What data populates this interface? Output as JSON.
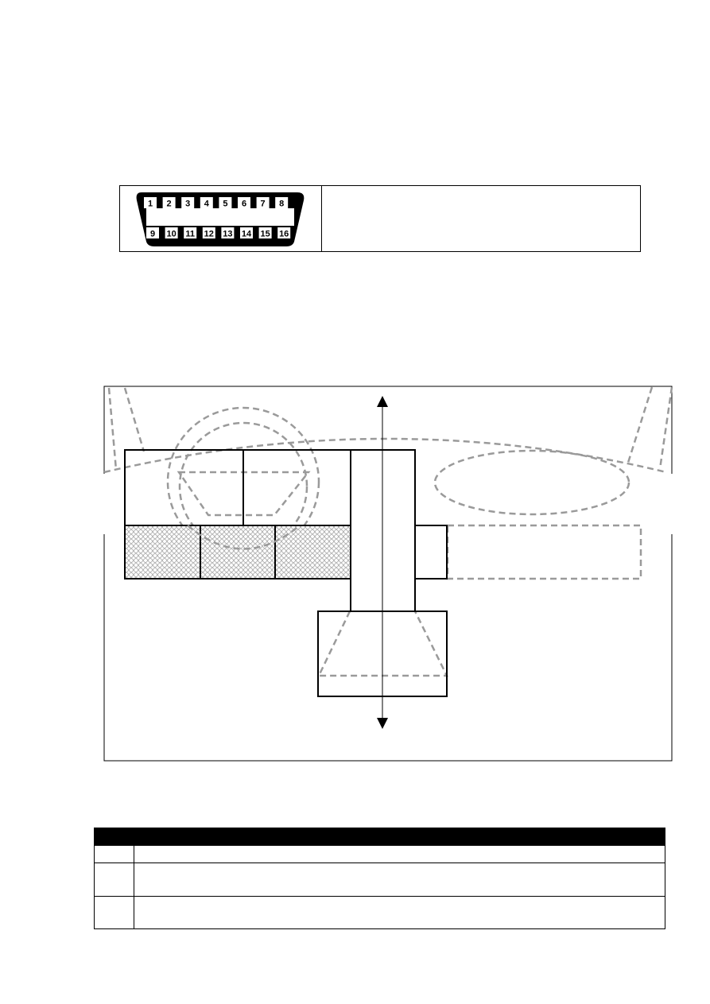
{
  "connector": {
    "top_pins": [
      "1",
      "2",
      "3",
      "4",
      "5",
      "6",
      "7",
      "8"
    ],
    "bottom_pins": [
      "9",
      "10",
      "11",
      "12",
      "13",
      "14",
      "15",
      "16"
    ]
  }
}
